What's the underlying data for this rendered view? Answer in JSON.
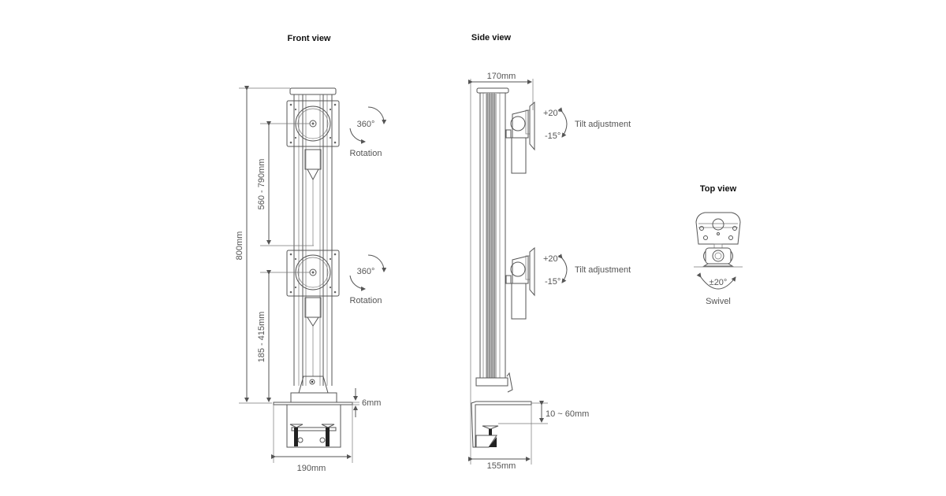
{
  "views": {
    "front": {
      "title": "Front view",
      "total_height": "800mm",
      "upper_range": "560 - 790mm",
      "lower_range": "185 - 415mm",
      "clamp_plate": "6mm",
      "base_width": "190mm",
      "rotation_upper": {
        "angle": "360°",
        "label": "Rotation"
      },
      "rotation_lower": {
        "angle": "360°",
        "label": "Rotation"
      }
    },
    "side": {
      "title": "Side view",
      "depth_top": "170mm",
      "depth_base": "155mm",
      "clamp_range": "10 ~ 60mm",
      "tilt_upper": {
        "up": "+20°",
        "down": "-15°",
        "label": "Tilt adjustment"
      },
      "tilt_lower": {
        "up": "+20°",
        "down": "-15°",
        "label": "Tilt adjustment"
      }
    },
    "top": {
      "title": "Top view",
      "swivel_angle": "±20°",
      "swivel_label": "Swivel"
    }
  },
  "colors": {
    "line": "#555555",
    "dark": "#222222",
    "text": "#555555",
    "heading": "#111111"
  }
}
